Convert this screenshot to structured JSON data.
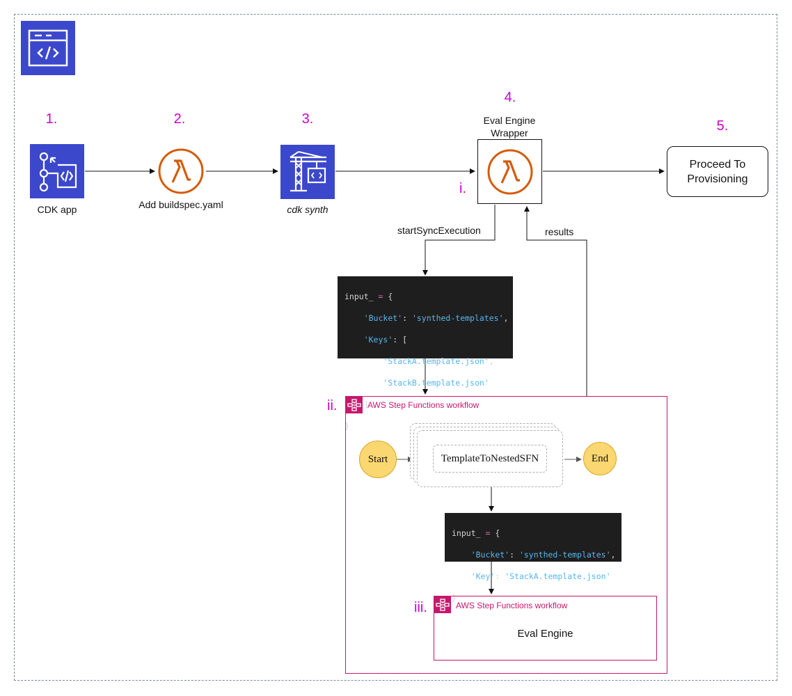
{
  "steps": {
    "s1": "1.",
    "s2": "2.",
    "s3": "3.",
    "s4": "4.",
    "s5": "5."
  },
  "nodes": {
    "cdk_app": "CDK app",
    "buildspec": "Add buildspec.yaml",
    "synth": "cdk synth",
    "eval_wrapper_l1": "Eval Engine",
    "eval_wrapper_l2": "Wrapper",
    "proceed_l1": "Proceed To",
    "proceed_l2": "Provisioning"
  },
  "roman": {
    "i": "i.",
    "ii": "ii.",
    "iii": "iii."
  },
  "edges": {
    "start_sync": "startSyncExecution",
    "results": "results"
  },
  "code1": {
    "l1a": "input_",
    "l1b": " = ",
    "l1c": "{",
    "l2k": "'Bucket'",
    "l2c": ": ",
    "l2v": "'synthed-templates'",
    "l2e": ",",
    "l3k": "'Keys'",
    "l3c": ": [",
    "l4v": "'StackA.template.json'",
    "l4e": ",",
    "l5v": "'StackB.template.json'",
    "l6": "]",
    "l7": "}"
  },
  "sfn_outer": {
    "title": "AWS Step Functions workflow",
    "start": "Start",
    "task": "TemplateToNestedSFN",
    "end": "End"
  },
  "code2": {
    "l1a": "input_",
    "l1b": " = ",
    "l1c": "{",
    "l2k": "'Bucket'",
    "l2c": ": ",
    "l2v": "'synthed-templates'",
    "l2e": ",",
    "l3k": "'Key'",
    "l3c": ": ",
    "l3v": "'StackA.template.json'",
    "l4": "}"
  },
  "sfn_inner": {
    "title": "AWS Step Functions workflow",
    "body": "Eval Engine"
  },
  "colors": {
    "step_number": "#cc00cc",
    "aws_blue": "#3b48cc",
    "lambda_orange": "#d45b07",
    "sfn_magenta": "#c7176c",
    "state_yellow": "#fbd771"
  },
  "icons": {
    "top_left": "code-window-icon",
    "cdk_app": "git-code-icon",
    "lambda": "lambda-icon",
    "synth": "crane-code-icon",
    "step_functions": "step-functions-icon"
  }
}
